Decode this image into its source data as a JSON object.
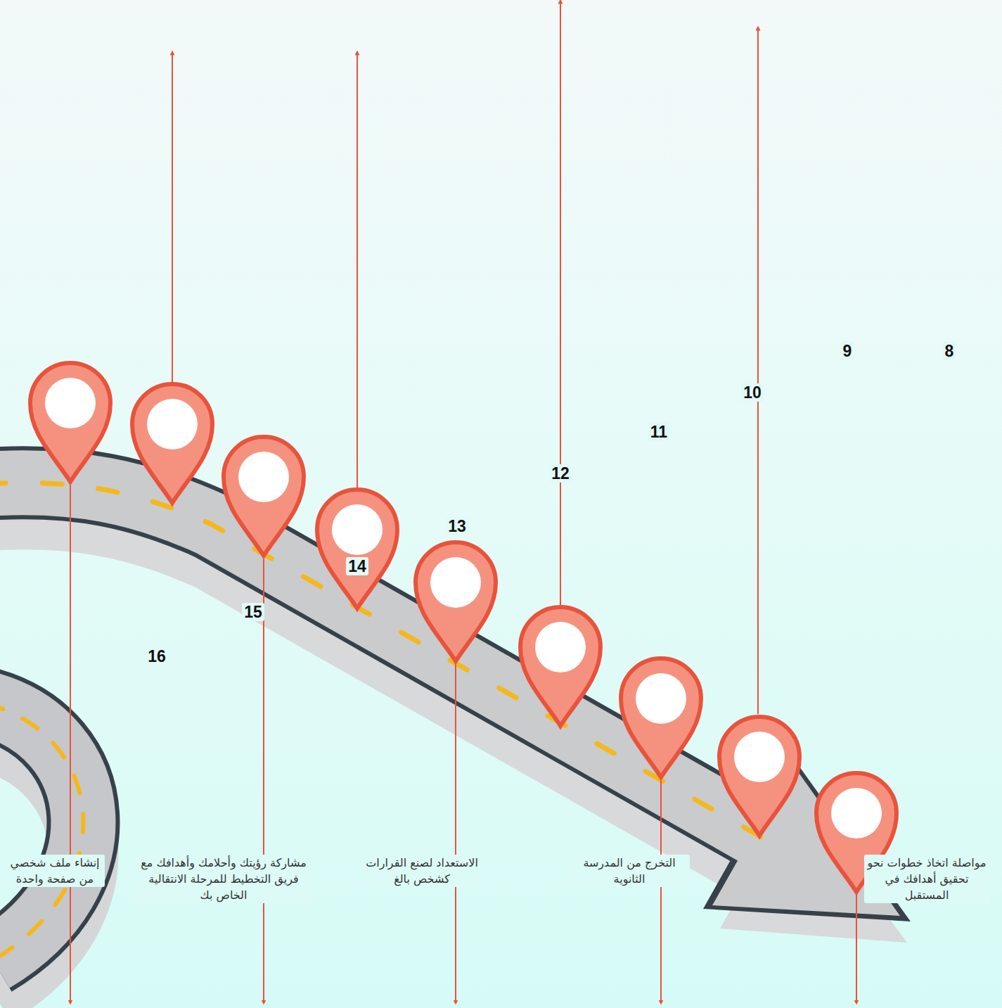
{
  "diagram": {
    "labels": [
      "مواصلة اتخاذ خطوات نحو تحقيق أهدافك في المستقبل",
      "التخرج من المدرسة الثانوية",
      "الاستعداد لصنع القرارات كشخص بالغ",
      "مشاركة رؤيتك وأحلامك وأهدافك مع فريق التخطيط للمرحلة الانتقالية الخاص بك",
      "إنشاء ملف شخصي من صفحة واحدة",
      "8",
      "9",
      "10",
      "11",
      "12",
      "13",
      "14",
      "15",
      "16"
    ]
  }
}
